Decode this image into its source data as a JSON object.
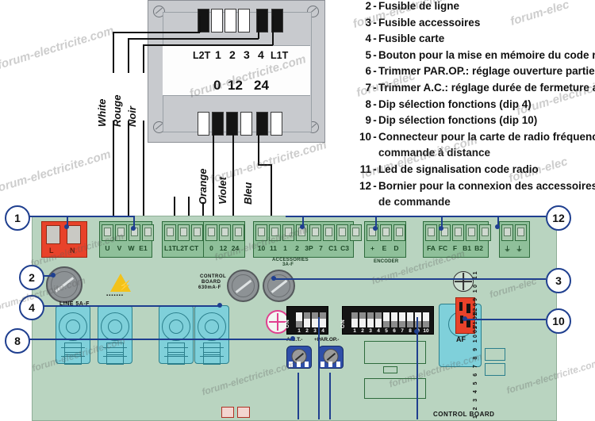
{
  "legend": {
    "items": [
      {
        "num": "2",
        "text": "Fusible de ligne"
      },
      {
        "num": "3",
        "text": "Fusible accessoires"
      },
      {
        "num": "4",
        "text": "Fusible carte"
      },
      {
        "num": "5",
        "text": "Bouton pour la mise en mémoire du code ra"
      },
      {
        "num": "6",
        "text": "Trimmer PAR.OP.: réglage ouverture partiell"
      },
      {
        "num": "7",
        "text": "Trimmer A.C.: réglage durée de fermeture a"
      },
      {
        "num": "8",
        "text": "Dip sélection fonctions (dip 4)"
      },
      {
        "num": "9",
        "text": "Dip sélection fonctions (dip 10)"
      },
      {
        "num": "10",
        "text": "Connecteur pour la carte de radio fréquence"
      },
      {
        "num": "11",
        "text": "Led de signalisation code radio"
      },
      {
        "num": "12",
        "text": "Bornier pour la connexion des accessoires e"
      }
    ],
    "cont_10": "commande à distance",
    "cont_12": "de commande"
  },
  "transformer": {
    "top_labels": [
      "L2T",
      "1",
      "2",
      "3",
      "4",
      "L1T"
    ],
    "voltage_labels": [
      "0",
      "12",
      "24"
    ],
    "wire_names_top": [
      "White",
      "Rouge",
      "Noir"
    ],
    "wire_names_bottom": [
      "Orange",
      "Violet",
      "Bleu"
    ]
  },
  "board": {
    "name": "CONTROL BOARD",
    "power_terminals": {
      "labels": [
        "L",
        "N"
      ]
    },
    "motor_terminals": {
      "labels": [
        "U",
        "V",
        "W",
        "E1"
      ]
    },
    "lamp_terminals": {
      "labels": [
        "L1T",
        "L2T",
        "CT"
      ]
    },
    "volt_terminals": {
      "labels": [
        "0",
        "12",
        "24"
      ]
    },
    "accessory_terminals": {
      "labels": [
        "10",
        "11",
        "1",
        "2",
        "3P",
        "7",
        "C1",
        "C3"
      ],
      "caption_line1": "ACCESSORIES",
      "caption_line2": "3A-F"
    },
    "encoder_terminals": {
      "labels": [
        "+",
        "E",
        "D"
      ],
      "caption": "ENCODER"
    },
    "limit_terminals": {
      "labels": [
        "FA",
        "FC",
        "F",
        "B1",
        "B2"
      ]
    },
    "ground_terminals": {
      "labels": [
        "⏚",
        "⏚"
      ]
    },
    "fuses": [
      {
        "caption": "LINE  5A-F"
      },
      {
        "caption_line1": "CONTROL",
        "caption_line2": "BOARD",
        "caption_line3": "630mA-F"
      }
    ],
    "dip4": {
      "numbers": [
        "1",
        "2",
        "3",
        "4"
      ],
      "on_label": "ON"
    },
    "dip10": {
      "numbers": [
        "1",
        "2",
        "3",
        "4",
        "5",
        "6",
        "7",
        "8",
        "9",
        "10"
      ],
      "on_label": "ON"
    },
    "trimmers": [
      {
        "label": "-A.C.T.-"
      },
      {
        "label": "+PAR.OP.-"
      }
    ],
    "af": {
      "caption": "AF",
      "top_numbers": "07 08 09 10 11",
      "side_numbers": "1 2 3 4 5 6 7 8 9 10 11 12"
    }
  },
  "callouts": {
    "left": [
      "1",
      "2",
      "4",
      "8"
    ],
    "right": [
      "12",
      "3",
      "10"
    ]
  },
  "watermark": {
    "text": "forum-electricite.com",
    "short": "forum-elec"
  }
}
